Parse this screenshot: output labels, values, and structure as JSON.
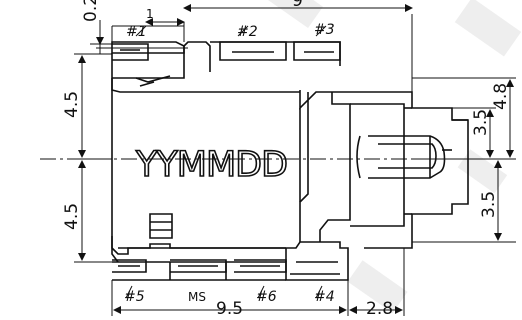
{
  "drawing": {
    "marking": "YYMMDD",
    "pins": {
      "pin1": "#1",
      "pin2": "#2",
      "pin3": "#3",
      "pin4": "#4",
      "pin5": "#5",
      "pin6": "#6",
      "ms": "MS"
    },
    "dimensions": {
      "top_left": "0.2",
      "top_pitch": "1",
      "top_main": "9",
      "left_upper": "4.5",
      "left_lower": "4.5",
      "right_upper": "3.5",
      "right_outer": "4.8",
      "right_lower": "3.5",
      "bottom_main": "9.5",
      "bottom_right": "2.8"
    }
  }
}
